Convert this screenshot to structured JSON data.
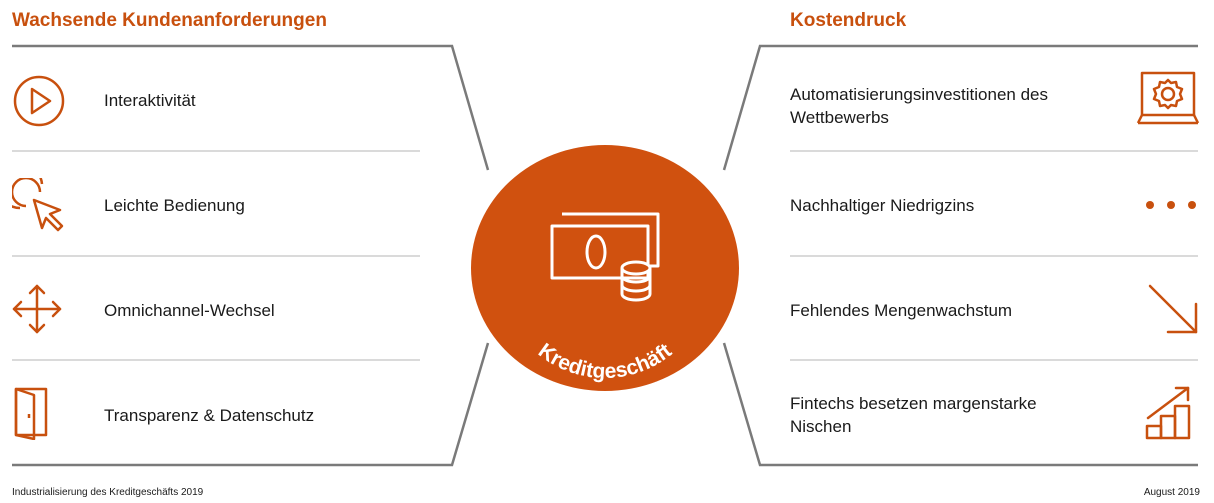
{
  "left": {
    "heading": "Wachsende Kundenanforderungen",
    "items": [
      {
        "label": "Interaktivität",
        "icon": "play-icon"
      },
      {
        "label": "Leichte Bedienung",
        "icon": "cursor-click-icon"
      },
      {
        "label": "Omnichannel-Wechsel",
        "icon": "move-arrows-icon"
      },
      {
        "label": "Transparenz & Datenschutz",
        "icon": "door-icon"
      }
    ]
  },
  "right": {
    "heading": "Kostendruck",
    "items": [
      {
        "label": "Automatisierungsinvestitionen des Wettbewerbs",
        "icon": "laptop-gear-icon"
      },
      {
        "label": "Nachhaltiger Niedrigzins",
        "icon": "dots-icon"
      },
      {
        "label": "Fehlendes Mengenwachstum",
        "icon": "arrow-down-right-icon"
      },
      {
        "label": "Fintechs besetzen margenstarke Nischen",
        "icon": "growth-chart-icon"
      }
    ]
  },
  "center": {
    "label": "Kreditgeschäft",
    "icon": "money-coins-icon"
  },
  "footer": {
    "left": "Industrialisierung des Kreditgeschäfts 2019",
    "right": "August 2019"
  },
  "colors": {
    "accent": "#d0510f",
    "heading": "#c8500e",
    "line": "#7a7a7a",
    "divider": "#b5b5b5"
  }
}
